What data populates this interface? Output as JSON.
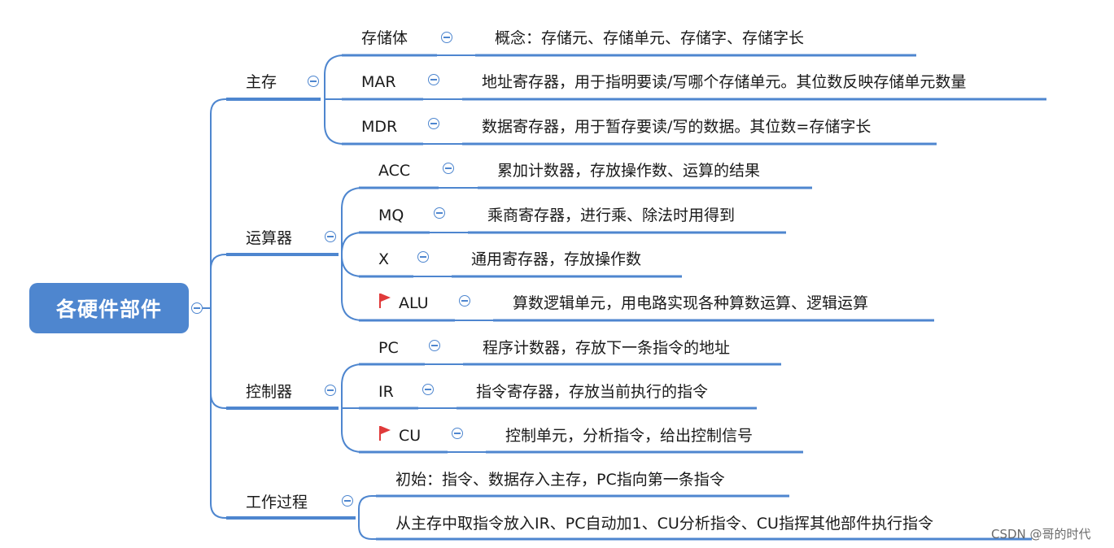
{
  "mindmap": {
    "root": "各硬件部件",
    "branches": [
      {
        "label": "主存",
        "items": [
          {
            "label": "存储体",
            "desc": "概念：存储元、存储单元、存储字、存储字长"
          },
          {
            "label": "MAR",
            "desc": "地址寄存器，用于指明要读/写哪个存储单元。其位数反映存储单元数量"
          },
          {
            "label": "MDR",
            "desc": "数据寄存器，用于暂存要读/写的数据。其位数=存储字长"
          }
        ]
      },
      {
        "label": "运算器",
        "items": [
          {
            "label": "ACC",
            "desc": "累加计数器，存放操作数、运算的结果"
          },
          {
            "label": "MQ",
            "desc": "乘商寄存器，进行乘、除法时用得到"
          },
          {
            "label": "X",
            "desc": "通用寄存器，存放操作数"
          },
          {
            "label": "ALU",
            "desc": "算数逻辑单元，用电路实现各种算数运算、逻辑运算",
            "flag": true
          }
        ]
      },
      {
        "label": "控制器",
        "items": [
          {
            "label": "PC",
            "desc": "程序计数器，存放下一条指令的地址"
          },
          {
            "label": "IR",
            "desc": "指令寄存器，存放当前执行的指令"
          },
          {
            "label": "CU",
            "desc": "控制单元，分析指令，给出控制信号",
            "flag": true
          }
        ]
      },
      {
        "label": "工作过程",
        "items": [
          {
            "desc": "初始：指令、数据存入主存，PC指向第一条指令"
          },
          {
            "desc": "从主存中取指令放入IR、PC自动加1、CU分析指令、CU指挥其他部件执行指令"
          }
        ]
      }
    ]
  },
  "watermark": "CSDN @哥的时代",
  "colors": {
    "line": "#4e86cf",
    "root_bg": "#4e86cf",
    "flag": "#e03a3a"
  }
}
